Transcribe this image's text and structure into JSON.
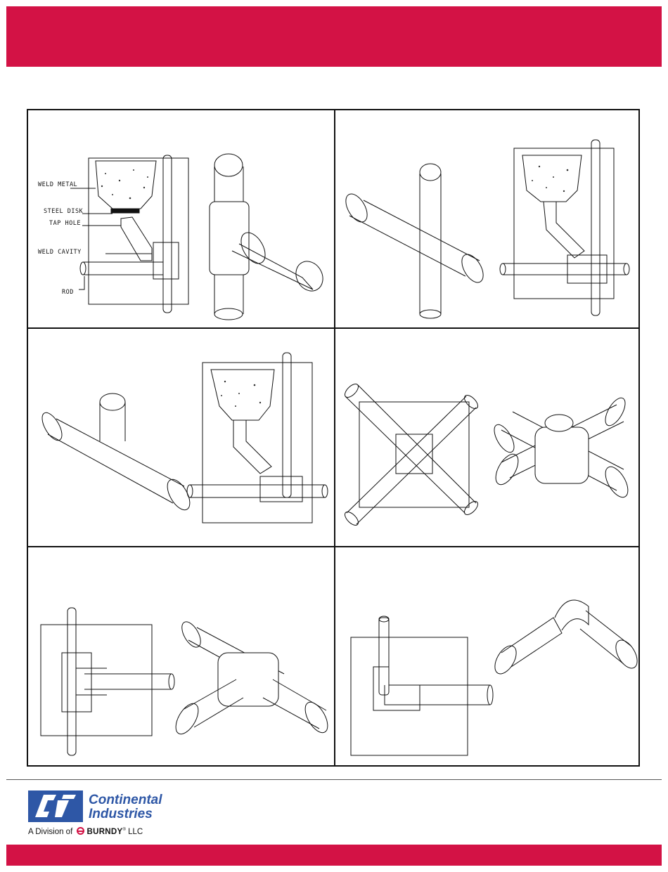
{
  "colors": {
    "accent": "#d31245",
    "brand": "#2e57a6"
  },
  "figure_labels": {
    "weld_metal": "WELD METAL",
    "steel_disk": "STEEL DISK",
    "tap_hole": "TAP HOLE",
    "weld_cavity": "WELD CAVITY",
    "rod": "ROD"
  },
  "footer": {
    "brand_line1": "Continental",
    "brand_line2": "Industries",
    "division_prefix": "A Division of",
    "division_company": "BURNDY",
    "division_mark": "®",
    "division_suffix": "LLC"
  }
}
